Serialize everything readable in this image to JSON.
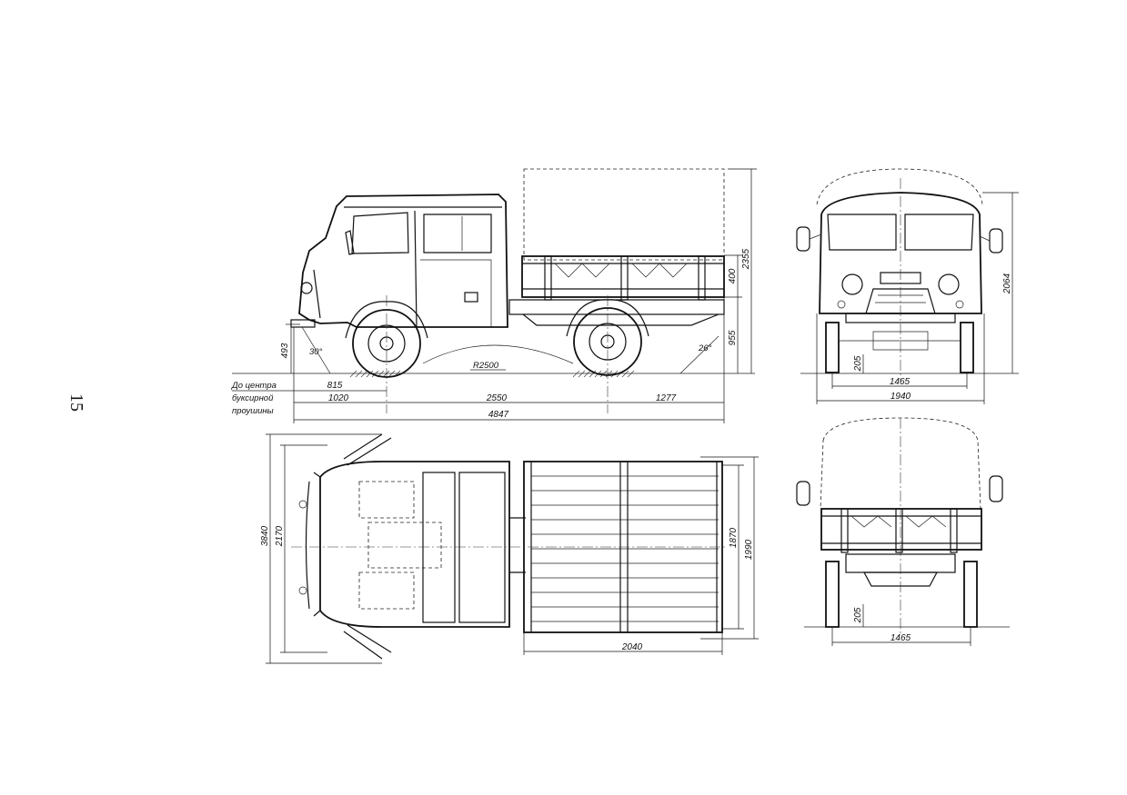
{
  "page": {
    "number": "15"
  },
  "notes": {
    "towing_line1": "До центра",
    "towing_line2": "буксирной",
    "towing_line3": "проушины"
  },
  "side_view": {
    "dims": {
      "overall_length": "4847",
      "wheelbase": "2550",
      "front_overhang": "1020",
      "rear_overhang": "1277",
      "tow_eye": "815",
      "height_awning": "2355",
      "platform_height": "955",
      "side_board": "400",
      "bumper_height": "493",
      "approach_angle": "30°",
      "departure_angle": "26°",
      "turn_radius": "R2500"
    }
  },
  "front_view": {
    "dims": {
      "height": "2064",
      "track": "1465",
      "width": "1940",
      "clearance": "205"
    }
  },
  "top_view": {
    "dims": {
      "length": "3840",
      "cab_length": "2170",
      "bed_width_inner": "1870",
      "bed_width_outer": "1990",
      "bed_length": "2040"
    }
  },
  "rear_view": {
    "dims": {
      "track": "1465",
      "clearance": "205"
    }
  }
}
